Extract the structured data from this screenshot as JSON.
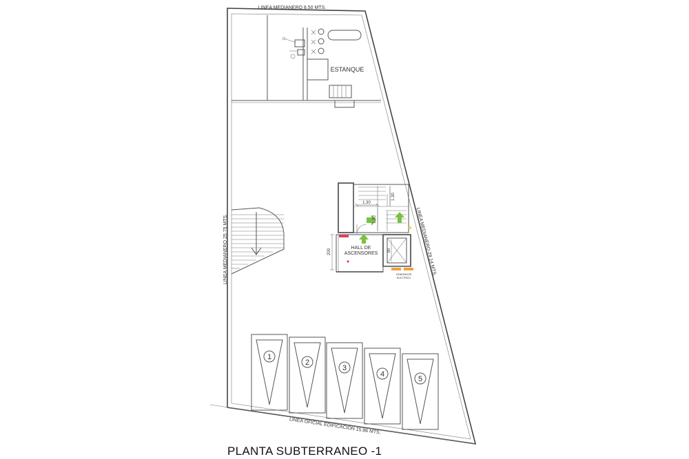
{
  "caption": "PLANTA SUBTERRANEO -1",
  "boundary_labels": {
    "top": "LINEA MEDIANERO  8.50 MTS.",
    "left": "LINEA MEDIANERO  25.75 MTS.",
    "right": "LINEA MEDIANERO  29.14 MTS.",
    "bottom": "LINEA OFICIAL EDIFICACION  15.86 MTS."
  },
  "rooms": {
    "tank": "ESTANQUE",
    "hall_line1": "HALL DE",
    "hall_line2": "ASCENSORES",
    "generator_line1": "GENERADOR",
    "generator_line2": "ELECTRICO"
  },
  "dimensions": [
    "1.30",
    "1.30",
    "1.30",
    "200",
    "90"
  ],
  "parking_spaces": [
    "1",
    "2",
    "3",
    "4",
    "5"
  ],
  "colors": {
    "arrow": "#7ac143",
    "fire_marker": "#e0405a",
    "generator": "#f0a040",
    "light": "#f5d060"
  }
}
